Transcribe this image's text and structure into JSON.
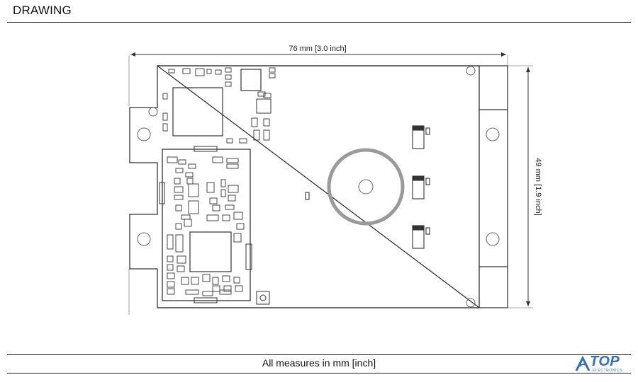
{
  "header": {
    "title": "DRAWING"
  },
  "dimensions": {
    "width_label": "76 mm [3.0 inch]",
    "height_label": "49 mm [1.9 inch]"
  },
  "footer": {
    "note": "All measures in mm [inch]"
  },
  "logo": {
    "word": "TOP",
    "sub": "ELECTRONICS"
  },
  "colors": {
    "line": "#333333",
    "ring": "#9a9a9a",
    "logo": "#2f6fc4"
  }
}
